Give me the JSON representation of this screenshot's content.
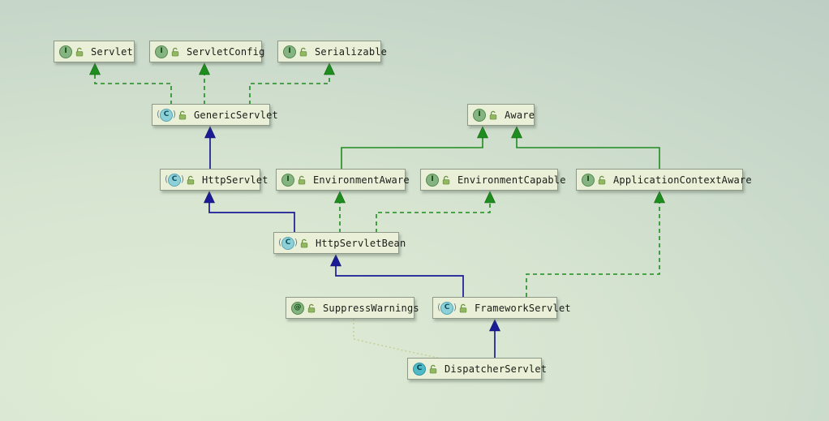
{
  "diagram": {
    "nodes": {
      "servlet": {
        "label": "Servlet",
        "kind": "interface",
        "icon_letter": "I",
        "visibility": "public"
      },
      "servlet_config": {
        "label": "ServletConfig",
        "kind": "interface",
        "icon_letter": "I",
        "visibility": "public"
      },
      "serializable": {
        "label": "Serializable",
        "kind": "interface",
        "icon_letter": "I",
        "visibility": "public"
      },
      "generic_servlet": {
        "label": "GenericServlet",
        "kind": "abstract-class",
        "icon_letter": "C",
        "visibility": "public"
      },
      "aware": {
        "label": "Aware",
        "kind": "interface",
        "icon_letter": "I",
        "visibility": "public"
      },
      "http_servlet": {
        "label": "HttpServlet",
        "kind": "abstract-class",
        "icon_letter": "C",
        "visibility": "public"
      },
      "environment_aware": {
        "label": "EnvironmentAware",
        "kind": "interface",
        "icon_letter": "I",
        "visibility": "public"
      },
      "environment_capable": {
        "label": "EnvironmentCapable",
        "kind": "interface",
        "icon_letter": "I",
        "visibility": "public"
      },
      "application_context_aware": {
        "label": "ApplicationContextAware",
        "kind": "interface",
        "icon_letter": "I",
        "visibility": "public"
      },
      "http_servlet_bean": {
        "label": "HttpServletBean",
        "kind": "abstract-class",
        "icon_letter": "C",
        "visibility": "public"
      },
      "suppress_warnings": {
        "label": "SuppressWarnings",
        "kind": "annotation",
        "icon_letter": "@",
        "visibility": "public"
      },
      "framework_servlet": {
        "label": "FrameworkServlet",
        "kind": "abstract-class",
        "icon_letter": "C",
        "visibility": "public"
      },
      "dispatcher_servlet": {
        "label": "DispatcherServlet",
        "kind": "class",
        "icon_letter": "C",
        "visibility": "public"
      }
    },
    "edges": [
      {
        "from": "GenericServlet",
        "to": "Servlet",
        "type": "implements"
      },
      {
        "from": "GenericServlet",
        "to": "ServletConfig",
        "type": "implements"
      },
      {
        "from": "GenericServlet",
        "to": "Serializable",
        "type": "implements"
      },
      {
        "from": "EnvironmentAware",
        "to": "Aware",
        "type": "extends-interface"
      },
      {
        "from": "ApplicationContextAware",
        "to": "Aware",
        "type": "extends-interface"
      },
      {
        "from": "HttpServlet",
        "to": "GenericServlet",
        "type": "extends"
      },
      {
        "from": "HttpServletBean",
        "to": "HttpServlet",
        "type": "extends"
      },
      {
        "from": "HttpServletBean",
        "to": "EnvironmentAware",
        "type": "implements"
      },
      {
        "from": "HttpServletBean",
        "to": "EnvironmentCapable",
        "type": "implements"
      },
      {
        "from": "FrameworkServlet",
        "to": "HttpServletBean",
        "type": "extends"
      },
      {
        "from": "FrameworkServlet",
        "to": "ApplicationContextAware",
        "type": "implements"
      },
      {
        "from": "DispatcherServlet",
        "to": "FrameworkServlet",
        "type": "extends"
      },
      {
        "from": "DispatcherServlet",
        "to": "SuppressWarnings",
        "type": "annotation"
      }
    ],
    "colors": {
      "realization_edge": "#1f8c1f",
      "generalization_edge": "#1b1b96",
      "annotation_edge": "#c5d097",
      "node_fill": "#eaf0d8",
      "node_border": "#8f998a",
      "interface_icon_fill": "#85b381",
      "class_icon_fill": "#4fbac6",
      "abstract_icon_fill": "#8ed0d8"
    }
  }
}
